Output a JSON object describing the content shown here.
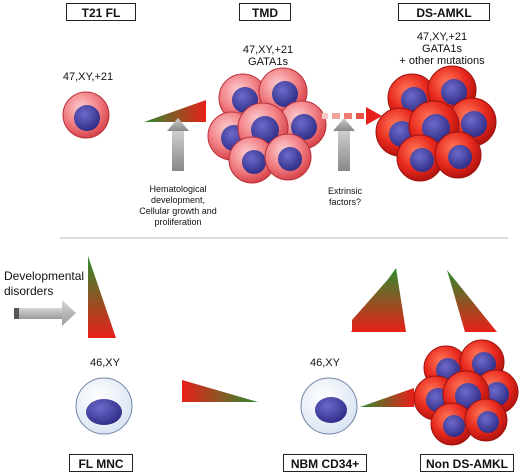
{
  "labels": {
    "t21_fl": "T21 FL",
    "tmd": "TMD",
    "ds_amkl": "DS-AMKL",
    "fl_mnc": "FL MNC",
    "nbm_cd34": "NBM CD34+",
    "non_ds_amkl": "Non DS-AMKL"
  },
  "karyotypes": {
    "t21_fl": "47,XY,+21",
    "tmd_line1": "47,XY,+21",
    "tmd_line2": "GATA1s",
    "ds_amkl_line1": "47,XY,+21",
    "ds_amkl_line2": "GATA1s",
    "ds_amkl_line3": "+ other mutations",
    "fl_mnc": "46,XY",
    "nbm_cd34": "46,XY"
  },
  "annotations": {
    "hematological_line1": "Hematological",
    "hematological_line2": "development,",
    "hematological_line3": "Cellular growth and",
    "hematological_line4": "proliferation",
    "extrinsic_line1": "Extrinsic",
    "extrinsic_line2": "factors?",
    "developmental_line1": "Developmental",
    "developmental_line2": "disorders"
  },
  "colors": {
    "gradient_green": "#2e8b2e",
    "gradient_red": "#e8201a",
    "cell_red": "#e03a30",
    "cell_pink": "#f07a80",
    "nucleus": "#3c3a9a",
    "arrow_gray": "#a8a8a8",
    "normal_cell_fill": "#eef3fb"
  }
}
